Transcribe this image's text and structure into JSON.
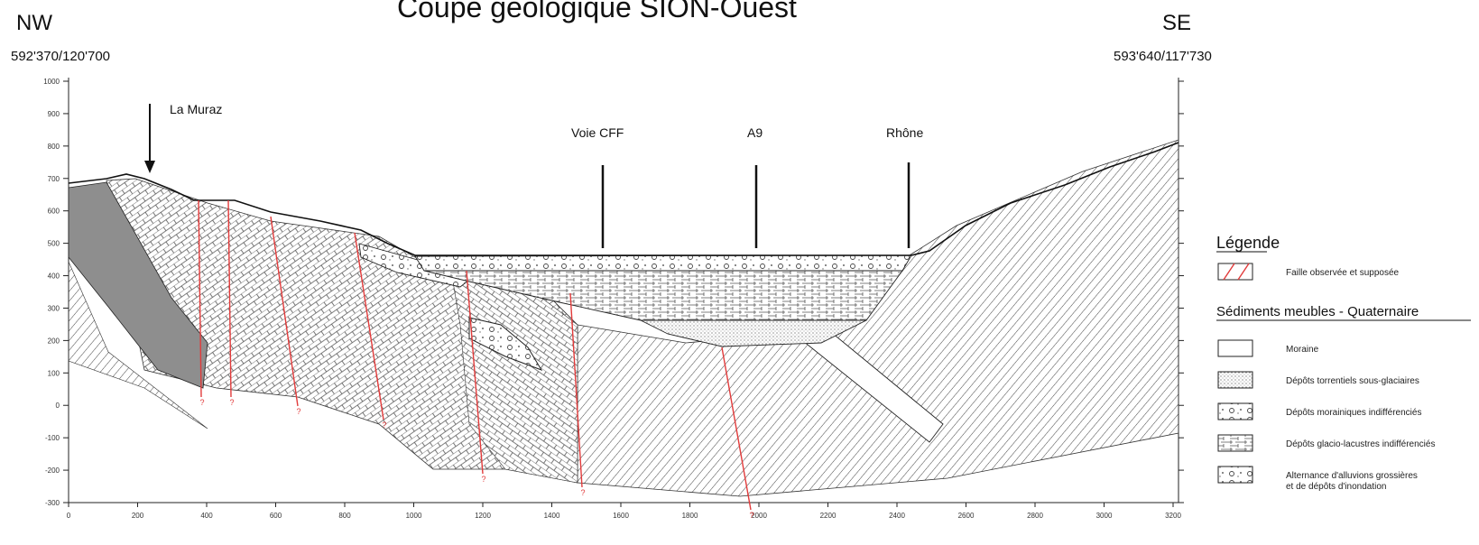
{
  "title": "Coupe géologique SION-Ouest",
  "direction_left": "NW",
  "direction_right": "SE",
  "coord_left": "592'370/120'700",
  "coord_right": "593'640/117'730",
  "labels": {
    "muraz": "La Muraz",
    "cff": "Voie CFF",
    "a9": "A9",
    "rhone": "Rhône"
  },
  "y_ticks": [
    "1000",
    "900",
    "800",
    "700",
    "600",
    "500",
    "400",
    "300",
    "200",
    "100",
    "0",
    "-100",
    "-200",
    "-300"
  ],
  "x_ticks": [
    "0",
    "200",
    "400",
    "600",
    "800",
    "1000",
    "1200",
    "1400",
    "1600",
    "1800",
    "2000",
    "2200",
    "2400",
    "2600",
    "2800",
    "3000",
    "3200"
  ],
  "fault_marker": "?",
  "legend": {
    "title": "Légende",
    "fault": "Faille observée et supposée",
    "section": "Sédiments meubles - Quaternaire",
    "items": [
      {
        "label": "Moraine",
        "pattern": "moraine"
      },
      {
        "label": "Dépôts torrentiels sous-glaciaires",
        "pattern": "torrent"
      },
      {
        "label": "Dépôts morainiques indifférenciés",
        "pattern": "moraineind"
      },
      {
        "label": "Dépôts glacio-lacustres indifférenciés",
        "pattern": "glacio"
      },
      {
        "label": "Alternance d'alluvions grossières",
        "pattern": "alluvion",
        "line2": "et de dépôts d'inondation"
      }
    ]
  },
  "colors": {
    "fault": "#e23b3b",
    "dark_unit": "#8e8e8e"
  }
}
